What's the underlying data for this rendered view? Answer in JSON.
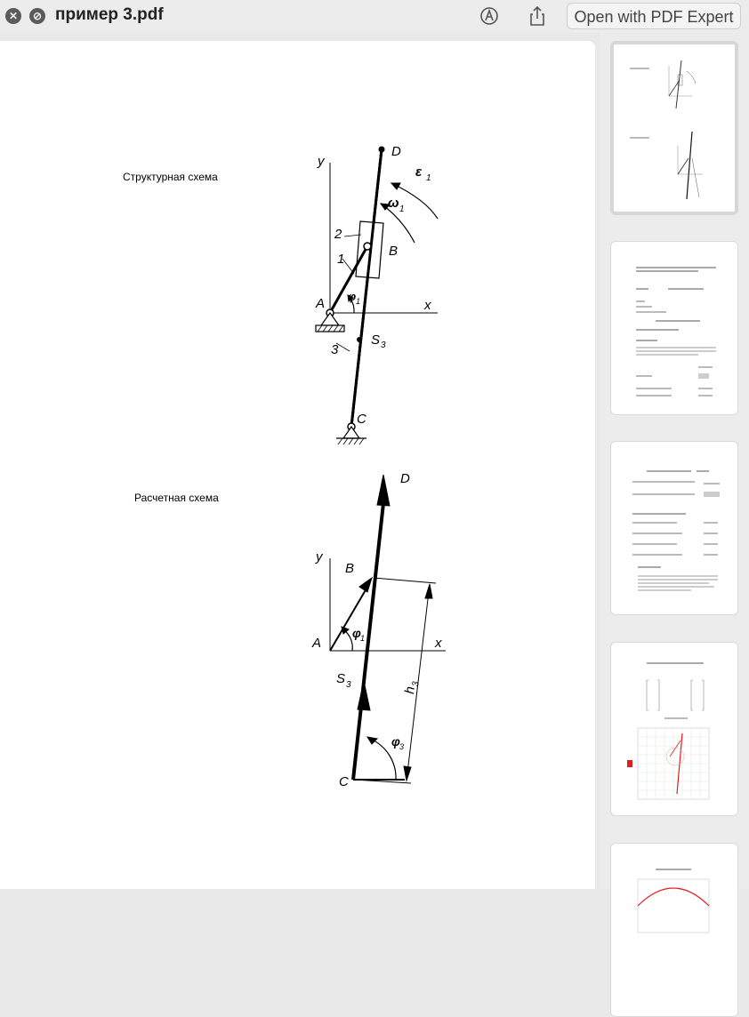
{
  "window": {
    "title": "пример 3.pdf",
    "open_button": "Open with PDF Expert",
    "close_glyph": "✕",
    "block_glyph": "⊘"
  },
  "page": {
    "structural_label": "Структурная схема",
    "calc_label": "Расчетная схема",
    "fig1": {
      "D": "D",
      "e": "ε",
      "e_sub": "1",
      "w": "ω",
      "w_sub": "1",
      "n2": "2",
      "n1": "1",
      "B": "B",
      "A": "A",
      "x": "x",
      "y": "y",
      "phi": "φ",
      "phi_sub": "1",
      "S": "S",
      "S_sub": "3",
      "n3": "3",
      "C": "C"
    },
    "fig2": {
      "D": "D",
      "y": "y",
      "B": "B",
      "A": "A",
      "x": "x",
      "phi1": "φ",
      "phi1_sub": "1",
      "S": "S",
      "S_sub": "3",
      "h": "h",
      "h_sub": "3",
      "phi3": "φ",
      "phi3_sub": "3",
      "C": "C"
    }
  },
  "thumbnails": [
    {
      "index": 1,
      "selected": true
    },
    {
      "index": 2,
      "selected": false
    },
    {
      "index": 3,
      "selected": false
    },
    {
      "index": 4,
      "selected": false
    },
    {
      "index": 5,
      "selected": false
    }
  ],
  "colors": {
    "accent_red": "#e02020",
    "window_bg": "#ececec"
  }
}
